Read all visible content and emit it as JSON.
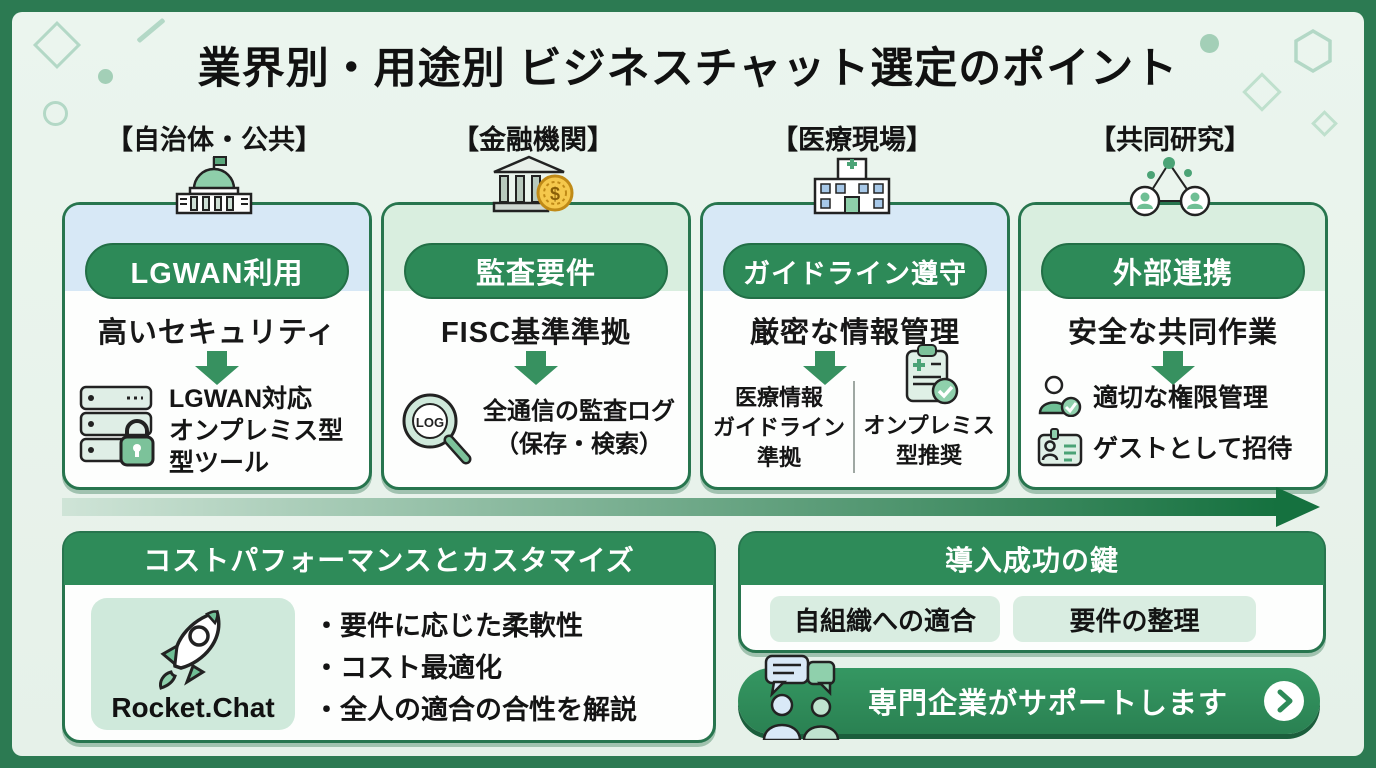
{
  "title": "業界別・用途別 ビジネスチャット選定のポイント",
  "columns": [
    {
      "category": "【自治体・公共】",
      "pill": "LGWAN利用",
      "need": "高いセキュリティ",
      "detail_1": "LGWAN対応\nオンプレミス型\n型ツール"
    },
    {
      "category": "【金融機関】",
      "pill": "監査要件",
      "need": "FISC基準準拠",
      "detail_1": "全通信の監査ログ\n（保存・検索）",
      "log_label": "LOG",
      "coin_symbol": "$"
    },
    {
      "category": "【医療現場】",
      "pill": "ガイドライン遵守",
      "need": "厳密な情報管理",
      "detail_1": "医療情報\nガイドライン\n準拠",
      "detail_2": "オンプレミス\n型推奨"
    },
    {
      "category": "【共同研究】",
      "pill": "外部連携",
      "need": "安全な共同作業",
      "detail_1": "適切な権限管理",
      "detail_2": "ゲストとして招待"
    }
  ],
  "cost_section": {
    "header": "コストパフォーマンスとカスタマイズ",
    "brand": "Rocket.Chat",
    "bullets": [
      "・要件に応じた柔軟性",
      "・コスト最適化",
      "・全人の適合の合性を解説"
    ]
  },
  "success_section": {
    "header": "導入成功の鍵",
    "pills": [
      "自組織への適合",
      "要件の整理"
    ]
  },
  "support_banner": {
    "label": "専門企業がサポートします"
  },
  "colors": {
    "frame_green": "#2c7a52",
    "background_mint": "#e8f2ec",
    "pill_green": "#2d8a58",
    "header_green": "#2e8b59",
    "band_blue": "#d7e8f6",
    "band_green": "#d9eedf",
    "arrow_green": "#379160",
    "deep_green": "#15713f",
    "mint_tile": "#cfe9db",
    "coin_gold": "#f5c84c",
    "text_black": "#171717"
  }
}
